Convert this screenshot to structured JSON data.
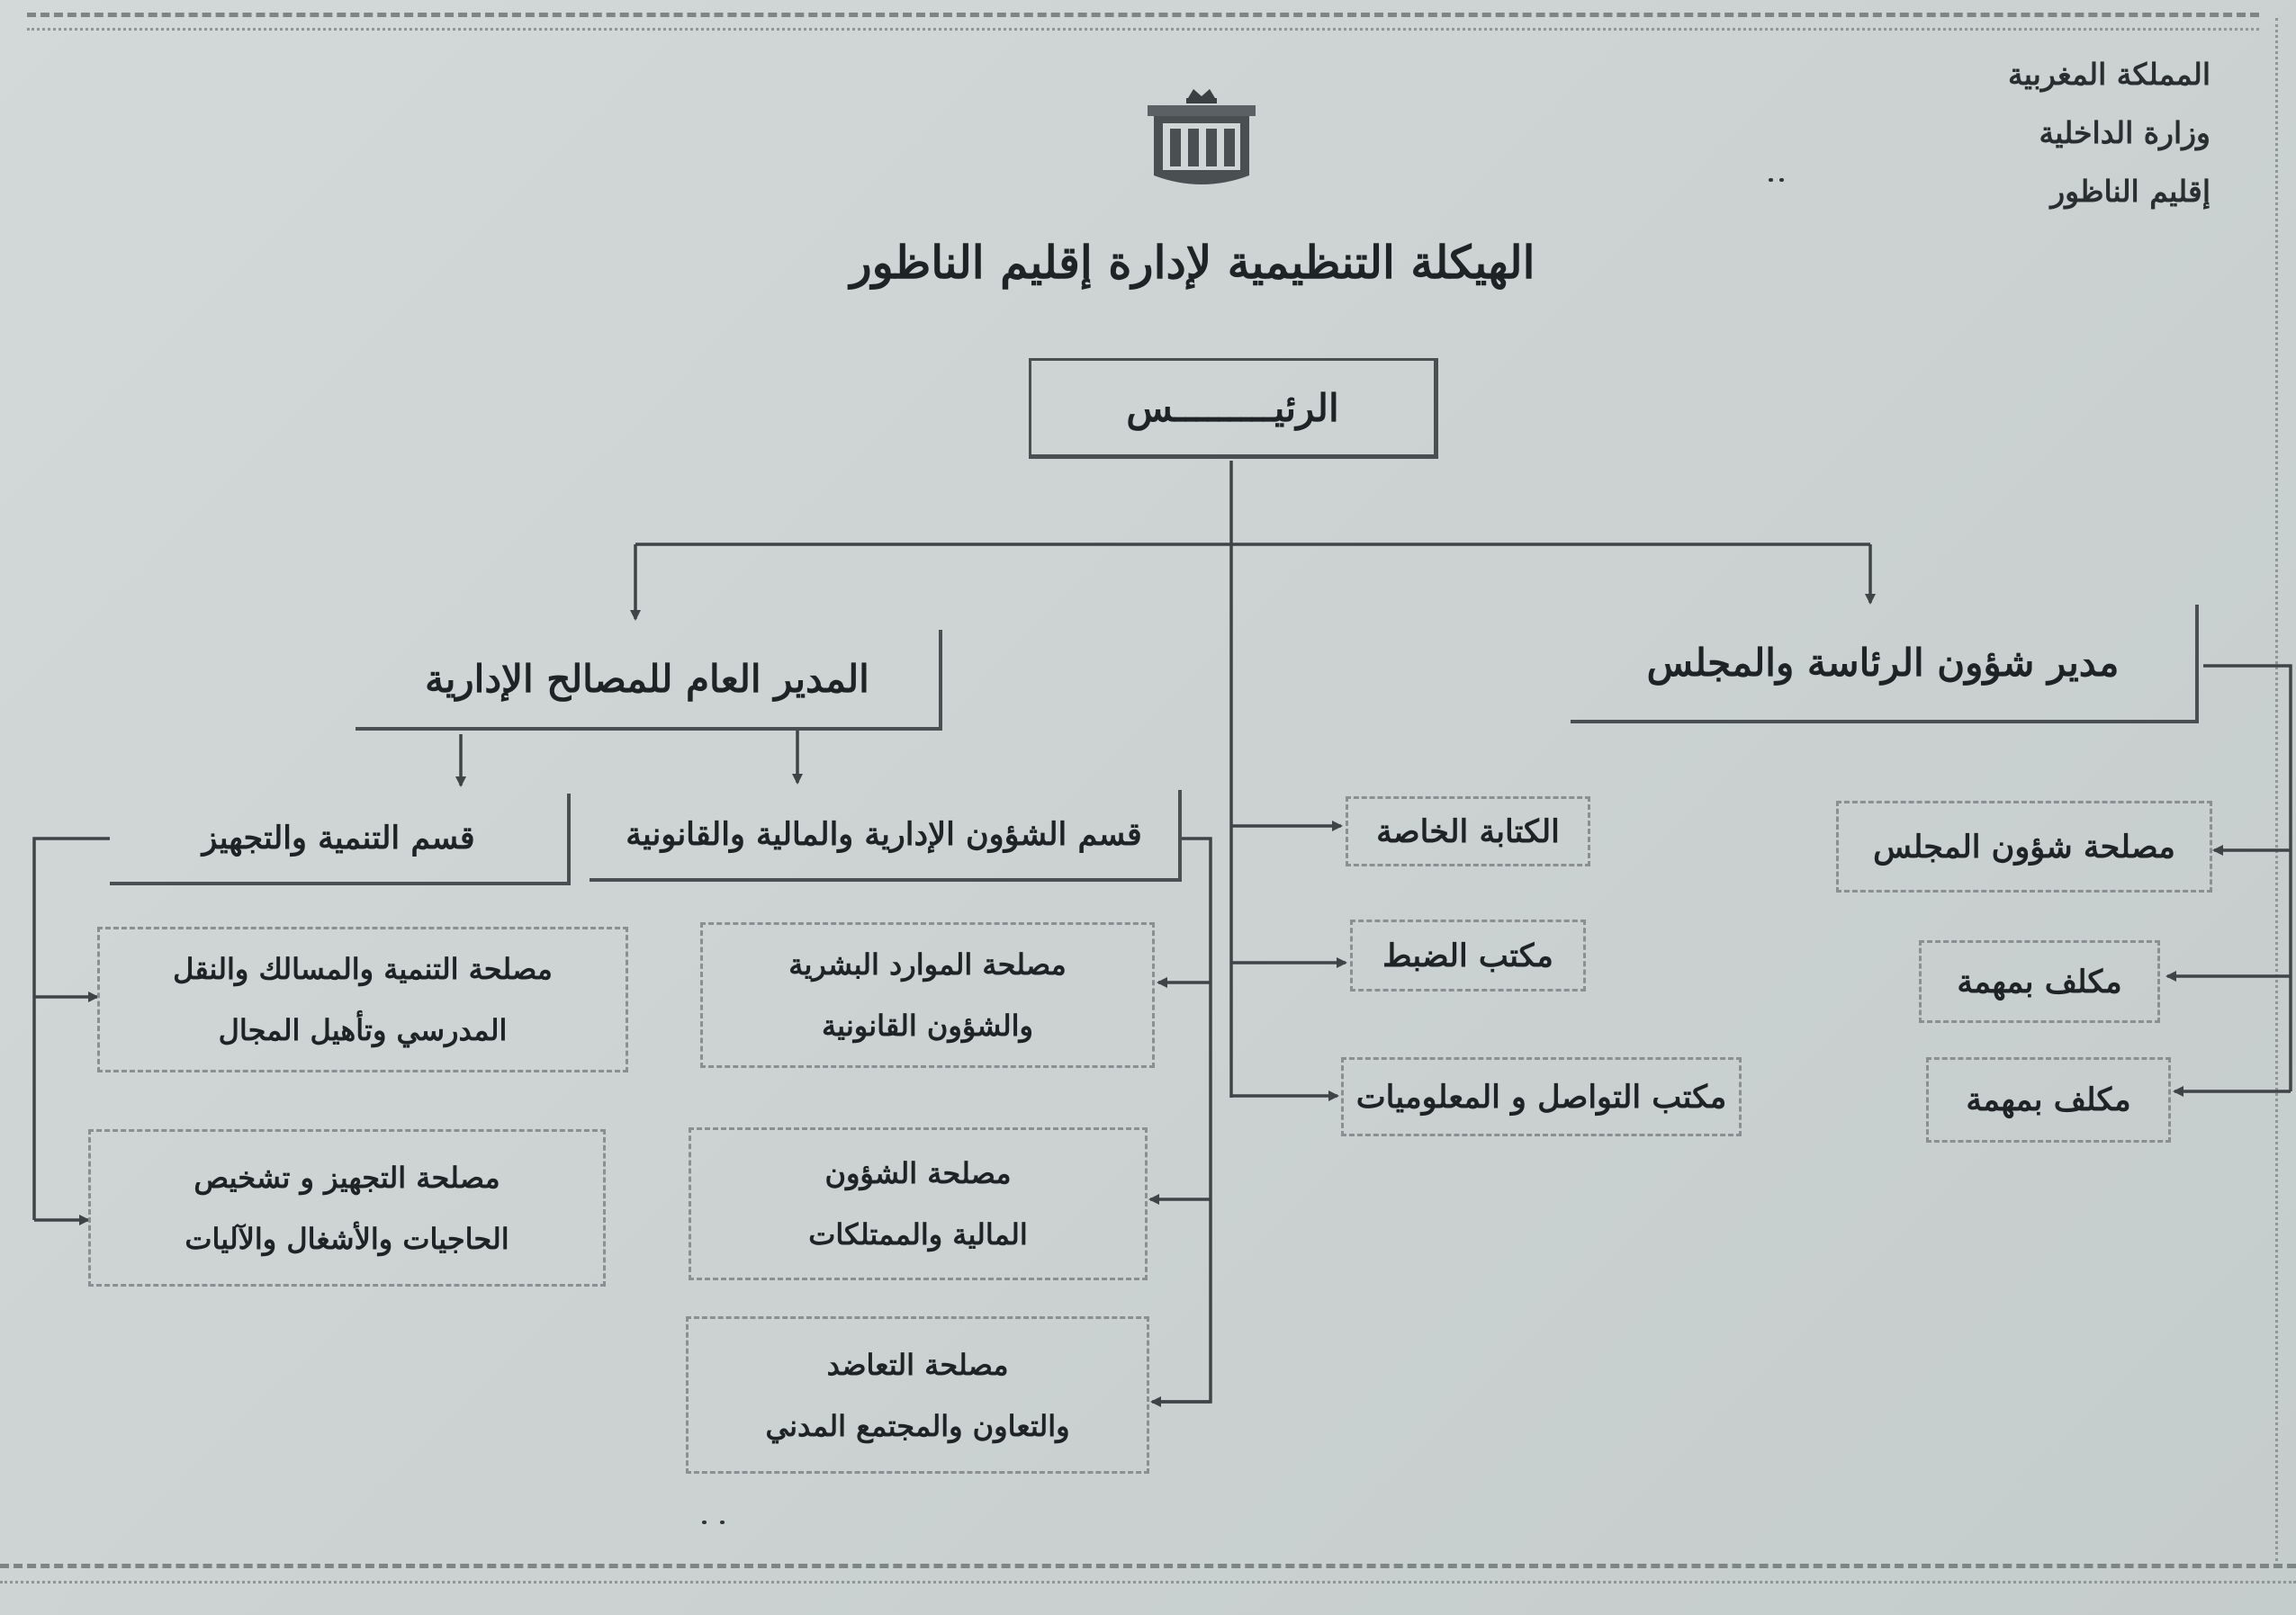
{
  "header": {
    "lines": [
      "المملكة المغربية",
      "وزارة الداخلية",
      "إقليم الناظور"
    ]
  },
  "title": "الهيكلة التنظيمية لإدارة إقليم الناظور",
  "president": "الرئيـــــــــس",
  "directors": {
    "admin_services": "المدير العام للمصالح الإدارية",
    "presidency_affairs": "مدير شؤون الرئاسة والمجلس"
  },
  "divisions": {
    "development": "قسم التنمية والتجهيز",
    "admin_finance_legal": "قسم الشؤون الإدارية والمالية والقانونية"
  },
  "development_services": [
    [
      "مصلحة التنمية والمسالك والنقل",
      "المدرسي وتأهيل المجال"
    ],
    [
      "مصلحة التجهيز و تشخيص",
      "الحاجيات والأشغال والآليات"
    ]
  ],
  "admin_services_list": [
    [
      "مصلحة الموارد البشرية",
      "والشؤون القانونية"
    ],
    [
      "مصلحة الشؤون",
      "المالية والممتلكات"
    ],
    [
      "مصلحة التعاضد",
      "والتعاون والمجتمع المدني"
    ]
  ],
  "central_offices": [
    "الكتابة الخاصة",
    "مكتب الضبط",
    "مكتب التواصل و المعلوميات"
  ],
  "presidency_units": [
    "مصلحة شؤون المجلس",
    "مكلف بمهمة",
    "مكلف بمهمة"
  ],
  "colors": {
    "paper": "#cfd5d5",
    "ink": "#1f2326",
    "line": "#4a4f52"
  }
}
